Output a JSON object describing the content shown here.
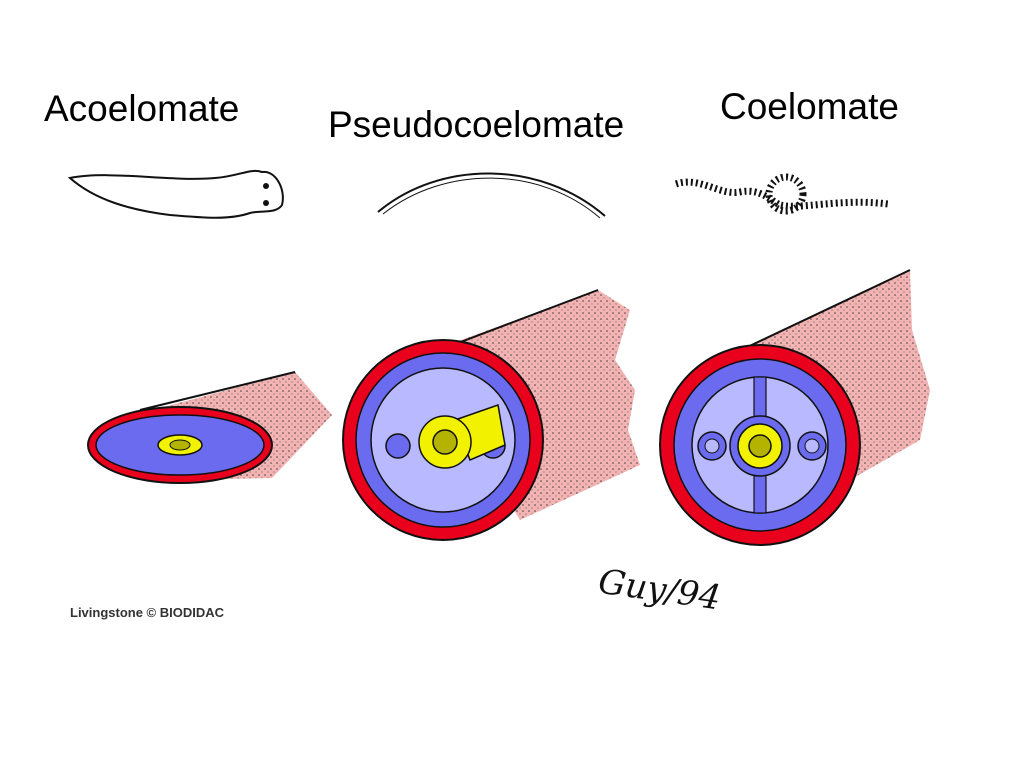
{
  "labels": {
    "acoelomate": "Acoelomate",
    "pseudocoelomate": "Pseudocoelomate",
    "coelomate": "Coelomate"
  },
  "credit": "Livingstone © BIODIDAC",
  "signature": "Guy/94",
  "colors": {
    "body_wall_outer": "#e8001c",
    "mesoderm": "#6b6bf0",
    "body_cavity": "#b9b9ff",
    "gut": "#f2f200",
    "gut_lumen": "#b3b300",
    "skin": "#f4b3b3",
    "outline": "#000000"
  },
  "icons": {
    "acoelomate": "flatworm-icon",
    "pseudocoelomate": "roundworm-icon",
    "coelomate": "segmented-worm-icon"
  }
}
